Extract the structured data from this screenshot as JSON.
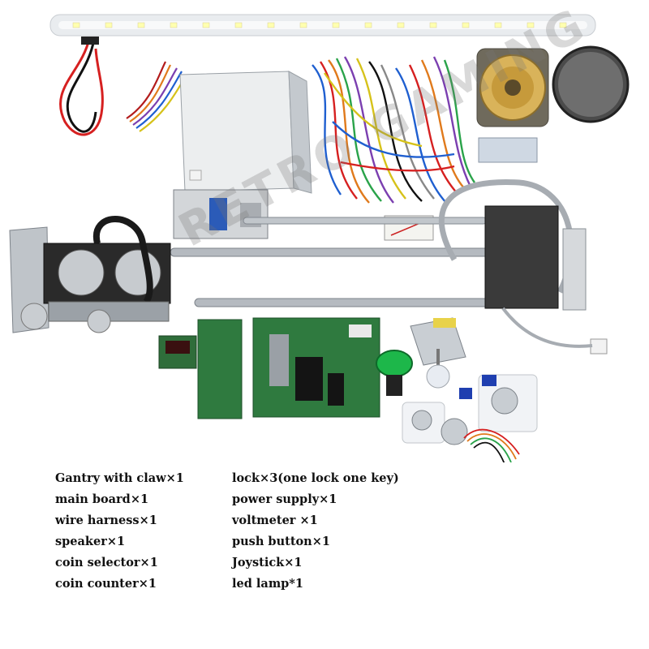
{
  "watermark": "RETRO GAMING",
  "parts_left": [
    "Gantry with claw×1",
    "main board×1",
    "wire harness×1",
    "speaker×1",
    "coin selector×1",
    "coin counter×1"
  ],
  "parts_right": [
    "lock×3(one lock one key)",
    "power supply×1",
    "voltmeter ×1",
    "push button×1",
    "Joystick×1",
    "led lamp*1"
  ]
}
